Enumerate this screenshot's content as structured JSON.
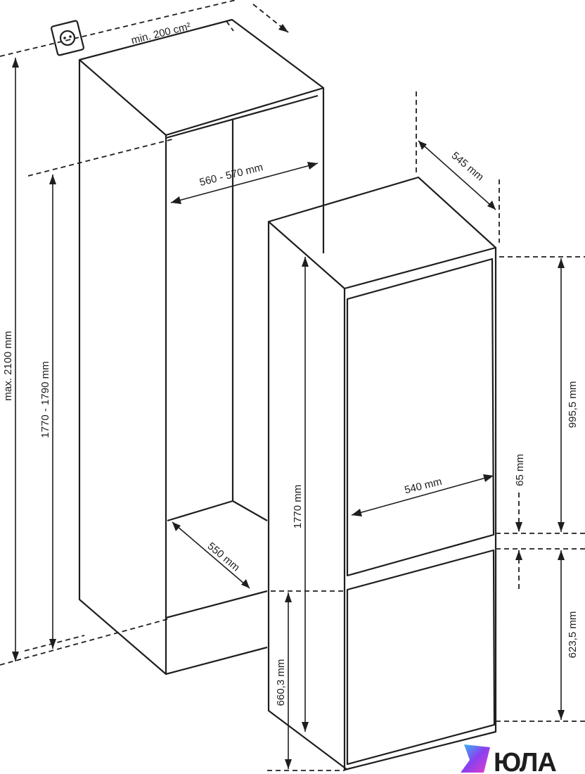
{
  "dimensions": {
    "vent_area": "min. 200 cm²",
    "niche_width": "560 - 570 mm",
    "niche_depth": "550 mm",
    "max_height": "max. 2100 mm",
    "niche_height": "1770 - 1790 mm",
    "appliance_depth": "545 mm",
    "appliance_width": "540 mm",
    "appliance_height": "1770 mm",
    "upper_door": "995,5 mm",
    "gap": "65 mm",
    "lower_door": "623,5 mm",
    "lower_door_bottom": "660,3 mm"
  },
  "brand": {
    "name": "ЮЛА",
    "colors": {
      "cyan": "#2ec4f0",
      "purple": "#8a3ff0",
      "pink": "#e83ec8"
    }
  }
}
